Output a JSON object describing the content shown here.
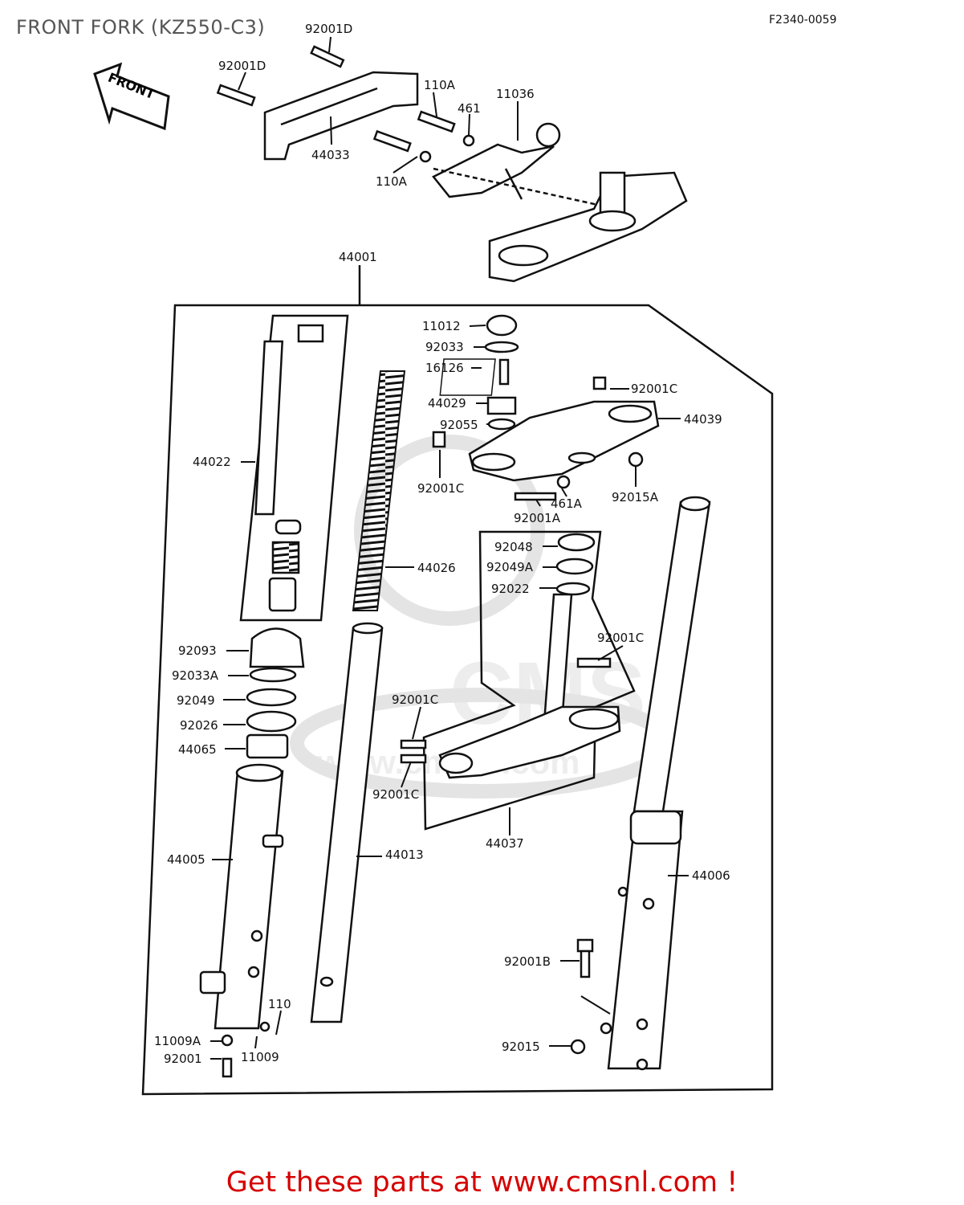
{
  "title": "FRONT FORK (KZ550-C3)",
  "ref_code": "F2340-0059",
  "front_sign": "FRONT",
  "watermark": {
    "logo": "CMS",
    "url": "www.cmsnl.com"
  },
  "promo": "Get these parts at www.cmsnl.com !",
  "parts": [
    {
      "id": "p01",
      "label": "92001D"
    },
    {
      "id": "p02",
      "label": "92001D"
    },
    {
      "id": "p03",
      "label": "110A"
    },
    {
      "id": "p04",
      "label": "461"
    },
    {
      "id": "p05",
      "label": "11036"
    },
    {
      "id": "p06",
      "label": "44033"
    },
    {
      "id": "p07",
      "label": "110A"
    },
    {
      "id": "p08",
      "label": "44001"
    },
    {
      "id": "p09",
      "label": "11012"
    },
    {
      "id": "p10",
      "label": "92033"
    },
    {
      "id": "p11",
      "label": "16126"
    },
    {
      "id": "p12",
      "label": "92001C"
    },
    {
      "id": "p13",
      "label": "44029"
    },
    {
      "id": "p14",
      "label": "44039"
    },
    {
      "id": "p15",
      "label": "92055"
    },
    {
      "id": "p16",
      "label": "44022"
    },
    {
      "id": "p17",
      "label": "92001C"
    },
    {
      "id": "p18",
      "label": "461A"
    },
    {
      "id": "p19",
      "label": "92015A"
    },
    {
      "id": "p20",
      "label": "92001A"
    },
    {
      "id": "p21",
      "label": "92048"
    },
    {
      "id": "p22",
      "label": "92049A"
    },
    {
      "id": "p23",
      "label": "44026"
    },
    {
      "id": "p24",
      "label": "92022"
    },
    {
      "id": "p25",
      "label": "92001C"
    },
    {
      "id": "p26",
      "label": "92093"
    },
    {
      "id": "p27",
      "label": "92033A"
    },
    {
      "id": "p28",
      "label": "92049"
    },
    {
      "id": "p29",
      "label": "92001C"
    },
    {
      "id": "p30",
      "label": "92026"
    },
    {
      "id": "p31",
      "label": "44065"
    },
    {
      "id": "p32",
      "label": "92001C"
    },
    {
      "id": "p33",
      "label": "44037"
    },
    {
      "id": "p34",
      "label": "44005"
    },
    {
      "id": "p35",
      "label": "44013"
    },
    {
      "id": "p36",
      "label": "44006"
    },
    {
      "id": "p37",
      "label": "92001B"
    },
    {
      "id": "p38",
      "label": "110"
    },
    {
      "id": "p39",
      "label": "11009A"
    },
    {
      "id": "p40",
      "label": "92015"
    },
    {
      "id": "p41",
      "label": "92001"
    },
    {
      "id": "p42",
      "label": "11009"
    }
  ]
}
